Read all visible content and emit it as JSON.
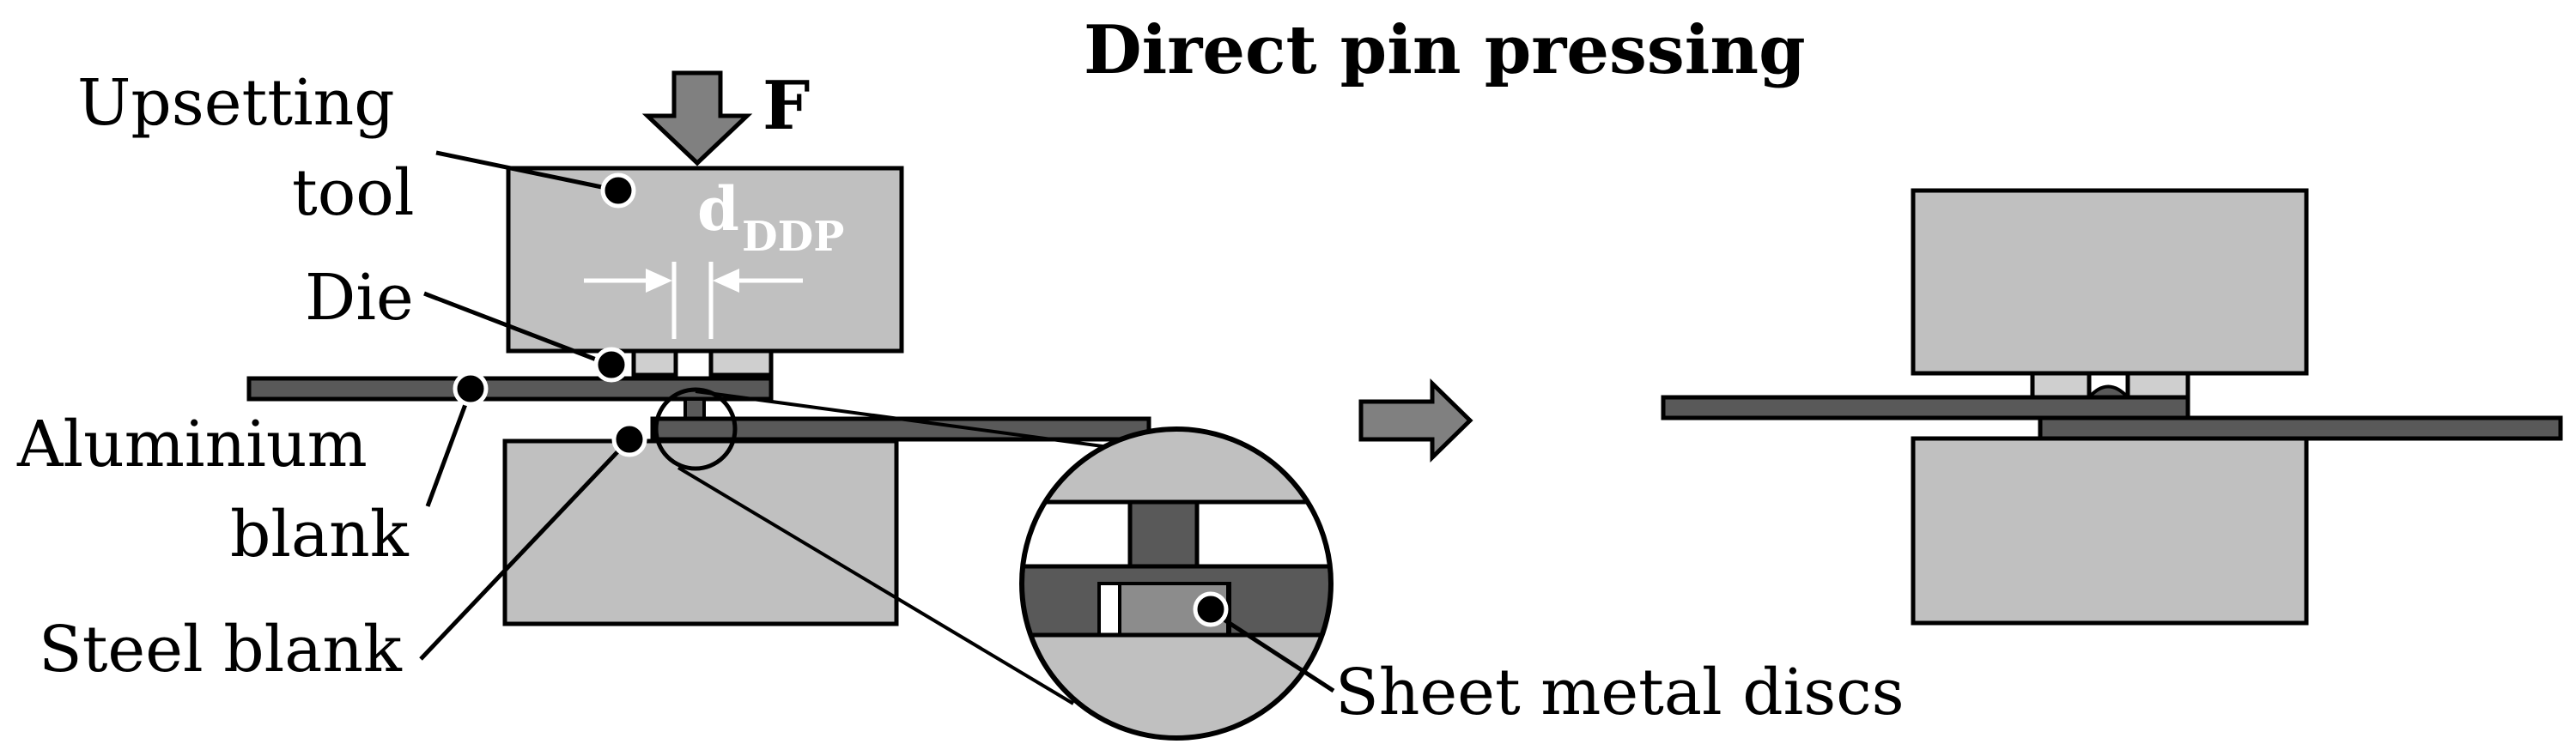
{
  "title": "Direct pin pressing",
  "force_label": "F",
  "dimension": {
    "main": "d",
    "subscript": "DDP"
  },
  "labels": {
    "upsetting_tool_line1": "Upsetting",
    "upsetting_tool_line2": "tool",
    "die": "Die",
    "aluminium_line1": "Aluminium",
    "aluminium_line2": "blank",
    "steel_blank": "Steel blank",
    "sheet_metal_discs": "Sheet metal discs"
  },
  "colors": {
    "tool_fill": "#c0c0c0",
    "die_fill": "#cfcfcf",
    "blank_fill": "#595959",
    "disc_fill": "#8c8c8c",
    "arrow_fill": "#808080",
    "outline": "#000000"
  }
}
